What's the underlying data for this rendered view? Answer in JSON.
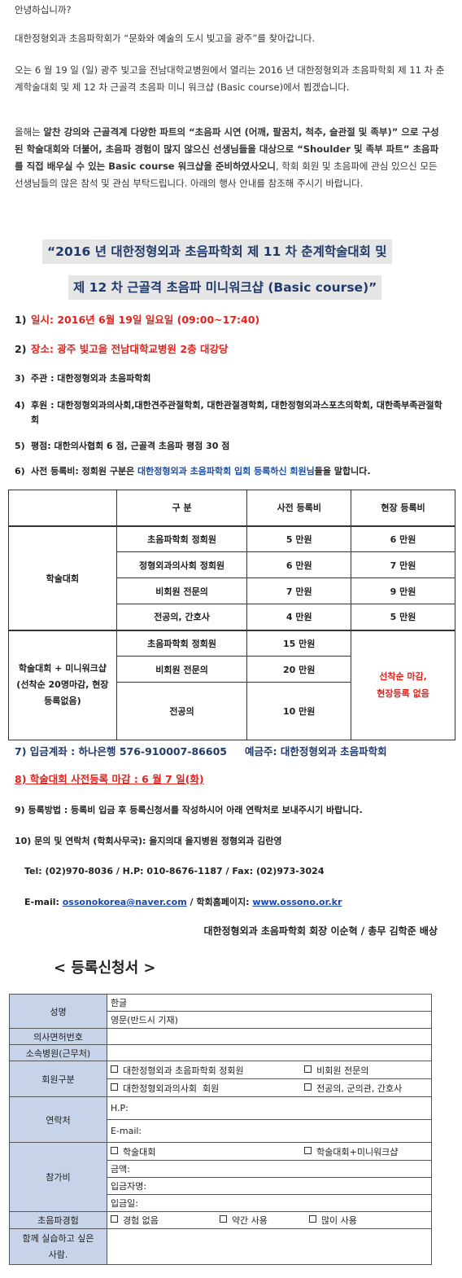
{
  "intro": {
    "greeting": "안녕하십니까?",
    "p1": "대한정형외과 초음파학회가 “문화와 예술의 도시 빛고을 광주”를 찾아갑니다.",
    "p2": "오는 6 월 19 일 (일) 광주 빛고을 전남대학교병원에서 열리는 2016 년 대한정형외과 초음파학회 제 11 차 춘계학술대회 및 제 12 차 근골격 초음파 미니 워크샵 (Basic course)에서 뵙겠습니다.",
    "p3_a": "올해는 ",
    "p3_bold": "알찬 강의와 근골격계 다양한 파트의 “초음파 시연 (어깨, 팔꿈치, 척추, 슬관절 및 족부)” 으로 구성된 학술대회와 더불어, 초음파 경험이 많지 않으신 선생님들을 대상으로 “Shoulder 및 족부 파트” 초음파를 직접 배우실 수 있는 Basic course 워크샵을 준비하였사오니",
    "p3_b": ", 학회 회원 및 초음파에 관심 있으신 모든 선생님들의 많은 참석 및 관심 부탁드립니다. 아래의 행사 안내를 참조해 주시기 바랍니다."
  },
  "title": {
    "line1": "“2016 년 대한정형외과 초음파학회 제 11 차 춘계학술대회 및",
    "line2": "제 12 차 근골격 초음파 미니워크샵 (Basic course)”"
  },
  "items": {
    "i1_num": "1)",
    "i1_text": "일시: 2016년 6월 19일 일요일 (09:00~17:40)",
    "i2_num": "2)",
    "i2_text": "장소: 광주 빛고을 전남대학교병원 2층 대강당",
    "i3_num": "3)",
    "i3_text": "주관 : 대한정형외과 초음파학회",
    "i4_num": "4)",
    "i4_text": "후원 : 대한정형외과의사회,대한견주관절학회, 대한관절경학회, 대한정형외과스포츠의학회, 대한족부족관절학회",
    "i5_num": "5)",
    "i5_text": "평점: 대한의사협회 6 점, 근골격 초음파 평점 30 점",
    "i6_num": "6)",
    "i6_a": "사전 등록비: 정회원 구분은 ",
    "i6_blue": "대한정형외과 초음파학회 입회 등록하신 회원님",
    "i6_b": "들을 말합니다."
  },
  "fee_table": {
    "header": [
      "구 분",
      "사전 등록비",
      "현장 등록비"
    ],
    "group1": "학술대회",
    "rows1": [
      [
        "초음파학회 정회원",
        "5 만원",
        "6 만원"
      ],
      [
        "정형외과의사회 정회원",
        "6 만원",
        "7 만원"
      ],
      [
        "비회원 전문의",
        "7 만원",
        "9 만원"
      ],
      [
        "전공의, 간호사",
        "4 만원",
        "5 만원"
      ]
    ],
    "group2": "학술대회 + 미니워크샵(선착순 20명마감, 현장등록없음)",
    "rows2": [
      [
        "초음파학회 정회원",
        "15 만원"
      ],
      [
        "비회원 전문의",
        "20 만원"
      ],
      [
        "전공의",
        "10 만원"
      ]
    ],
    "note": "선착순 마감, 현장등록 없음"
  },
  "after": {
    "i7_a": "7) 입금계좌 : 하나은행 576-910007-86605",
    "i7_b": "예금주: 대한정형외과 초음파학회",
    "i8": "8) 학술대회 사전등록 마감 : 6 월 7 일(화)",
    "i9": "9) 등록방법 : 등록비 입금 후 등록신청서를 작성하시어 아래 연락처로 보내주시기 바랍니다.",
    "i10": "10) 문의 및 연락처 (학회사무국): 을지의대 을지병원 정형외과 김란영",
    "tel": "Tel: (02)970-8036 / H.P: 010-8676-1187 / Fax: (02)973-3024",
    "email_label": "E-mail: ",
    "email": "ossonokorea@naver.com",
    "home_label": " / 학회홈페이지: ",
    "home": "www.ossono.or.kr",
    "sign": "대한정형외과 초음파학회 회장 이순혁 / 총무 김학준 배상"
  },
  "form": {
    "title": "< 등록신청서 >",
    "name_label": "성명",
    "name_ko": "한글",
    "name_en": "영문(반드시 기재)",
    "license_label": "의사면허번호",
    "hospital_label": "소속병원(근무처)",
    "member_label": "회원구분",
    "member_opts": [
      "대한정형외과 초음파학회 정회원",
      "비회원 전문의",
      "대한정형외과의사회  회원",
      "전공의, 군의관, 간호사"
    ],
    "contact_label": "연락처",
    "hp": "H.P:",
    "email": "E-mail:",
    "fee_label": "참가비",
    "fee_opts": [
      "학술대회",
      "학술대회+미니워크샵"
    ],
    "amount": "금액:",
    "payer": "입금자명:",
    "paydate": "입금일:",
    "exp_label": "초음파경험",
    "exp_opts": [
      "경험 없음",
      "약간 사용",
      "많이 사용"
    ],
    "with_label": "함께 실습하고 싶은 사람."
  }
}
